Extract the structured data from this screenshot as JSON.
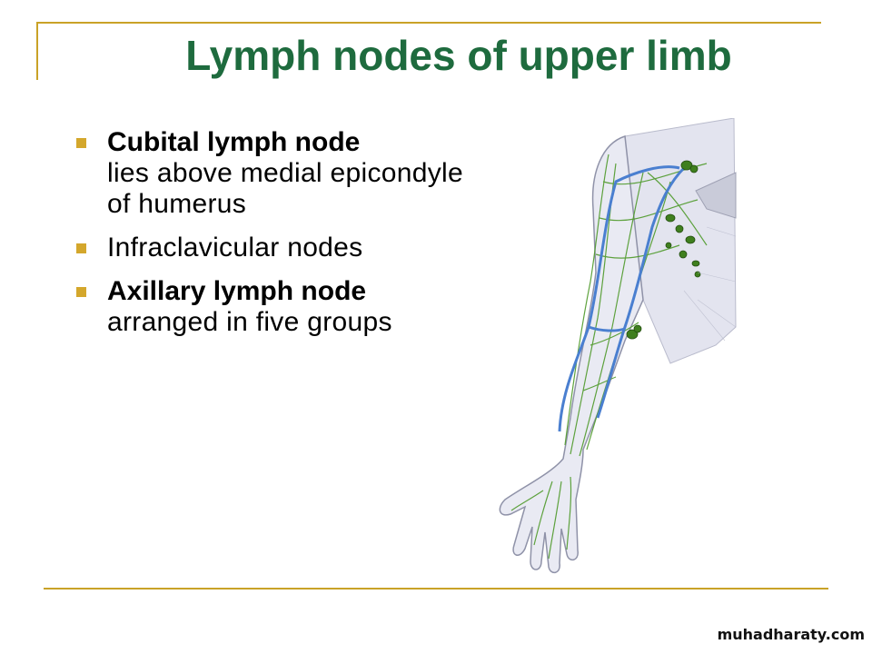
{
  "slide": {
    "title": "Lymph nodes of upper limb",
    "bullets": [
      {
        "bold": "Cubital lymph node",
        "desc": [
          "lies above medial epicondyle",
          "of humerus"
        ]
      },
      {
        "bold": "",
        "plain": "Infraclavicular nodes"
      },
      {
        "bold": "Axillary lymph node",
        "desc": [
          "arranged in five groups"
        ]
      }
    ],
    "accent_color": "#1e6b3e",
    "bullet_color": "#d4a72c",
    "rule_color": "#c9a227"
  },
  "watermark": "muhadharaty.com"
}
